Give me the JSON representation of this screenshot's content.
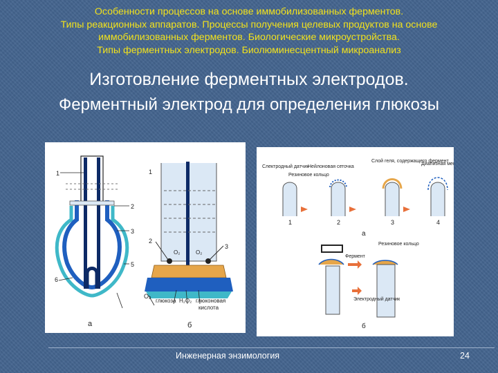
{
  "header": {
    "lines": [
      "Особенности процессов на основе иммобилизованных ферментов.",
      "Типы реакционных аппаратов. Процессы получения целевых продуктов на основе",
      "иммобилизованных ферментов. Биологические микроустройства.",
      "Типы ферментных электродов. Биолюминесцентный микроанализ"
    ]
  },
  "slide": {
    "title_line1": "Изготовление ферментных электродов.",
    "title_line2": "Ферментный электрод  для определения глюкозы"
  },
  "figure_left": {
    "labels": {
      "n1": "1",
      "n2": "2",
      "n3": "3",
      "n5": "5",
      "n6": "6",
      "r1": "1",
      "r2": "2",
      "r3": "3",
      "o2_top": "O₂",
      "o2_top2": "O₂",
      "o2_bottom": "O₂",
      "glucose": "глюкоза",
      "h2o2": "H₂O₂",
      "acid": "глюконовая",
      "acid2": "кислота",
      "caption_a": "а",
      "caption_b": "б"
    }
  },
  "figure_right": {
    "labels": {
      "oxygen_sensor": "Слектродный датчик",
      "nylon_net": "Нейлоновая сеточка",
      "rubber_ring": "Резиновое кольцо",
      "enzyme_layer": "Слой геля, содержащего фермент",
      "dialysis_membrane": "Диализная мембрана",
      "s1": "1",
      "s2": "2",
      "s3": "3",
      "s4": "4",
      "caption_a": "а",
      "rubber_ring2": "Резиновое кольцо",
      "film": "Фермент",
      "electrode_sensor": "Электродный датчик",
      "caption_b": "б"
    }
  },
  "footer": {
    "text": "Инженерная энзимология",
    "page": "24"
  },
  "colors": {
    "background": "#44648e",
    "header_text": "#f2e21c",
    "title_text": "#ffffff",
    "electrode_blue": "#1f5fbf",
    "membrane_teal": "#3fb8c8",
    "gel_orange": "#e6a64a",
    "liquid_light": "#dbe8f5",
    "arrow_orange": "#e8703a"
  }
}
